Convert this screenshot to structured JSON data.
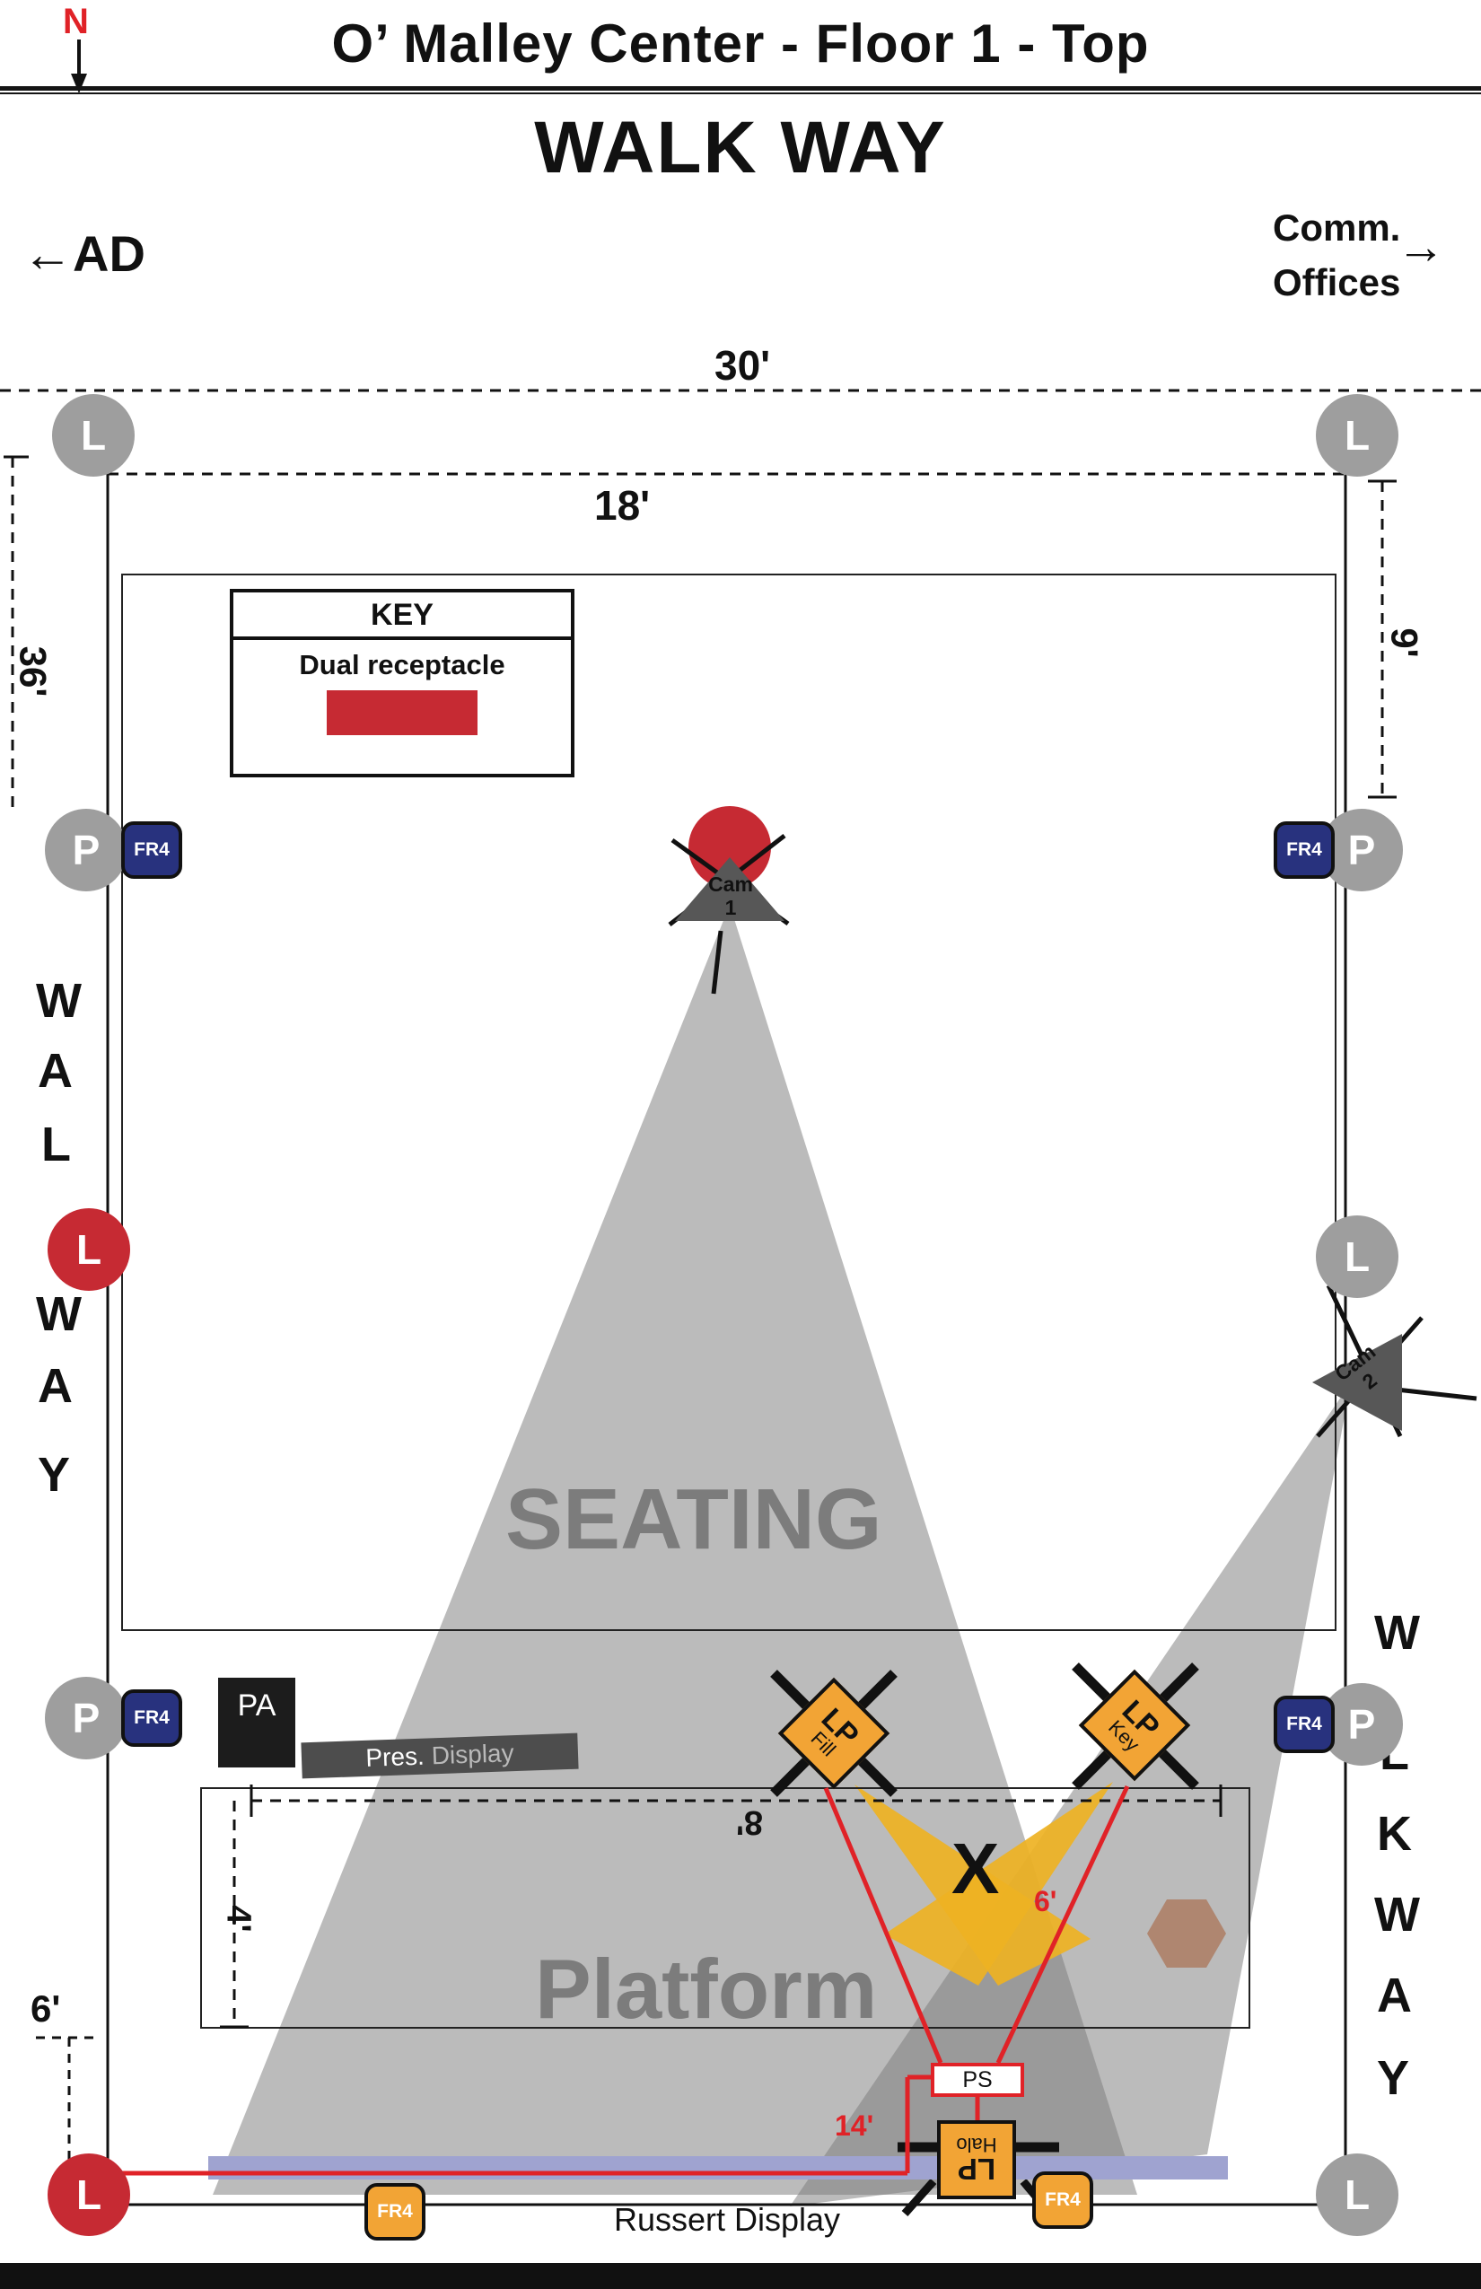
{
  "header": {
    "north": "N",
    "title": "O’ Malley Center - Floor 1 - Top",
    "walkway": "WALK WAY",
    "arrow_left": "←",
    "ad": "AD",
    "comm_line1": "Comm.",
    "comm_line2": "Offices",
    "arrow_right": "→"
  },
  "dims": {
    "w30": "30'",
    "w18": "18'",
    "h36": "36'",
    "h9": "9'",
    "w8": "8'",
    "h4": "4'",
    "g6": "6'",
    "beam6": "6'",
    "run14": "14'"
  },
  "key_box": {
    "title": "KEY",
    "item": "Dual receptacle"
  },
  "rooms": {
    "seating": "SEATING",
    "platform": "Platform"
  },
  "fixtures": {
    "pa": "PA",
    "pres_1": "Pres.",
    "pres_2": "Display",
    "russert": "Russert Display",
    "ps": "PS",
    "x_mark": "X",
    "cam1_line1": "Cam",
    "cam1_line2": "1",
    "cam2_line1": "Cam",
    "cam2_line2": "2",
    "lp": "LP",
    "fill": "Fill",
    "key": "Key",
    "halo": "Halo"
  },
  "badges": {
    "l": "L",
    "p": "P",
    "fr4": "FR4"
  },
  "walkway_left": [
    "W",
    "A",
    "L",
    "W",
    "A",
    "Y"
  ],
  "walkway_right": [
    "W",
    "L",
    "K",
    "W",
    "A",
    "Y"
  ],
  "colors": {
    "receptacle_red": "#c62a33",
    "wire_red": "#e02227",
    "navy": "#28327e",
    "orange": "#f2a435",
    "gray_circle": "#9e9e9e",
    "lavender": "#9fa3d0",
    "cone_gray": "rgba(125,125,125,0.52)",
    "beam_yellow": "rgba(238,178,35,0.92)"
  }
}
